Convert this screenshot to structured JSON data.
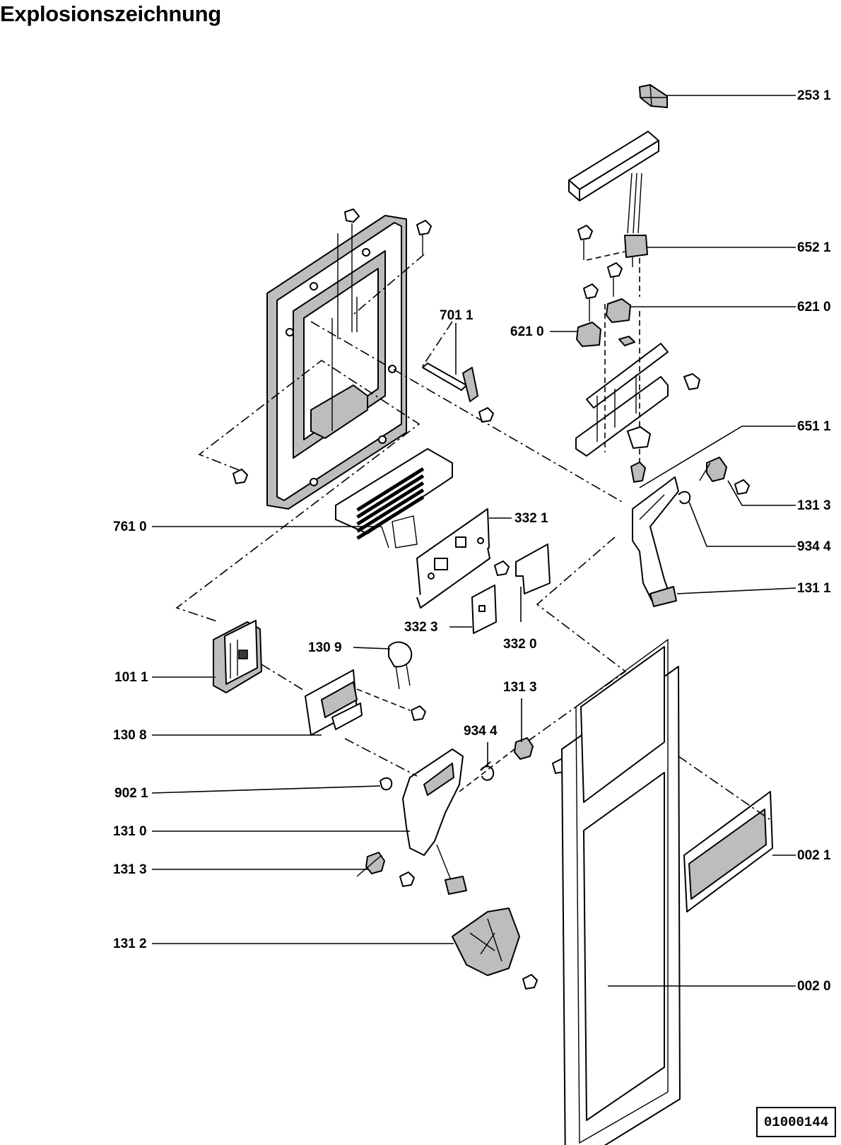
{
  "title": "Explosionszeichnung",
  "doc_number": "01000144",
  "callouts": [
    {
      "id": "c2531",
      "text": "253 1"
    },
    {
      "id": "c6521",
      "text": "652 1"
    },
    {
      "id": "c6210a",
      "text": "621 0"
    },
    {
      "id": "c6210b",
      "text": "621 0"
    },
    {
      "id": "c7011",
      "text": "701 1"
    },
    {
      "id": "c6511",
      "text": "651 1"
    },
    {
      "id": "c1313a",
      "text": "131 3"
    },
    {
      "id": "c9344a",
      "text": "934 4"
    },
    {
      "id": "c1311",
      "text": "131 1"
    },
    {
      "id": "c7610",
      "text": "761 0"
    },
    {
      "id": "c3321",
      "text": "332 1"
    },
    {
      "id": "c3323",
      "text": "332 3"
    },
    {
      "id": "c3320",
      "text": "332 0"
    },
    {
      "id": "c1309",
      "text": "130 9"
    },
    {
      "id": "c1011",
      "text": "101 1"
    },
    {
      "id": "c1313b",
      "text": "131 3"
    },
    {
      "id": "c9344b",
      "text": "934 4"
    },
    {
      "id": "c1308",
      "text": "130 8"
    },
    {
      "id": "c9021",
      "text": "902 1"
    },
    {
      "id": "c1310",
      "text": "131 0"
    },
    {
      "id": "c1313c",
      "text": "131 3"
    },
    {
      "id": "c1312",
      "text": "131 2"
    },
    {
      "id": "c0021",
      "text": "002 1"
    },
    {
      "id": "c0020",
      "text": "002 0"
    }
  ]
}
